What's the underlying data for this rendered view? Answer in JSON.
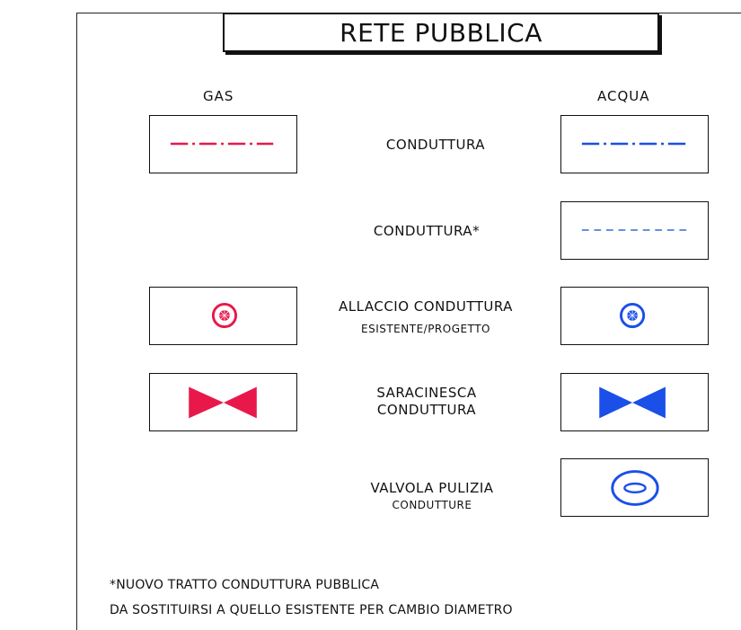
{
  "title": "RETE PUBBLICA",
  "columns": {
    "left": "GAS",
    "right": "ACQUA"
  },
  "rows": [
    {
      "label": "CONDUTTURA",
      "sublabel": ""
    },
    {
      "label": "CONDUTTURA*",
      "sublabel": ""
    },
    {
      "label": "ALLACCIO CONDUTTURA",
      "sublabel": "ESISTENTE/PROGETTO"
    },
    {
      "label": "SARACINESCA",
      "label2": "CONDUTTURA"
    },
    {
      "label": "VALVOLA PULIZIA",
      "sublabel": "CONDUTTURE"
    }
  ],
  "notes": {
    "line1": "*NUOVO TRATTO CONDUTTURA PUBBLICA",
    "line2": "DA SOSTITUIRSI A QUELLO ESISTENTE PER CAMBIO DIAMETRO"
  },
  "colors": {
    "gas": "#e8194a",
    "water": "#1a4fe8",
    "water_light": "#6a8fe0"
  }
}
